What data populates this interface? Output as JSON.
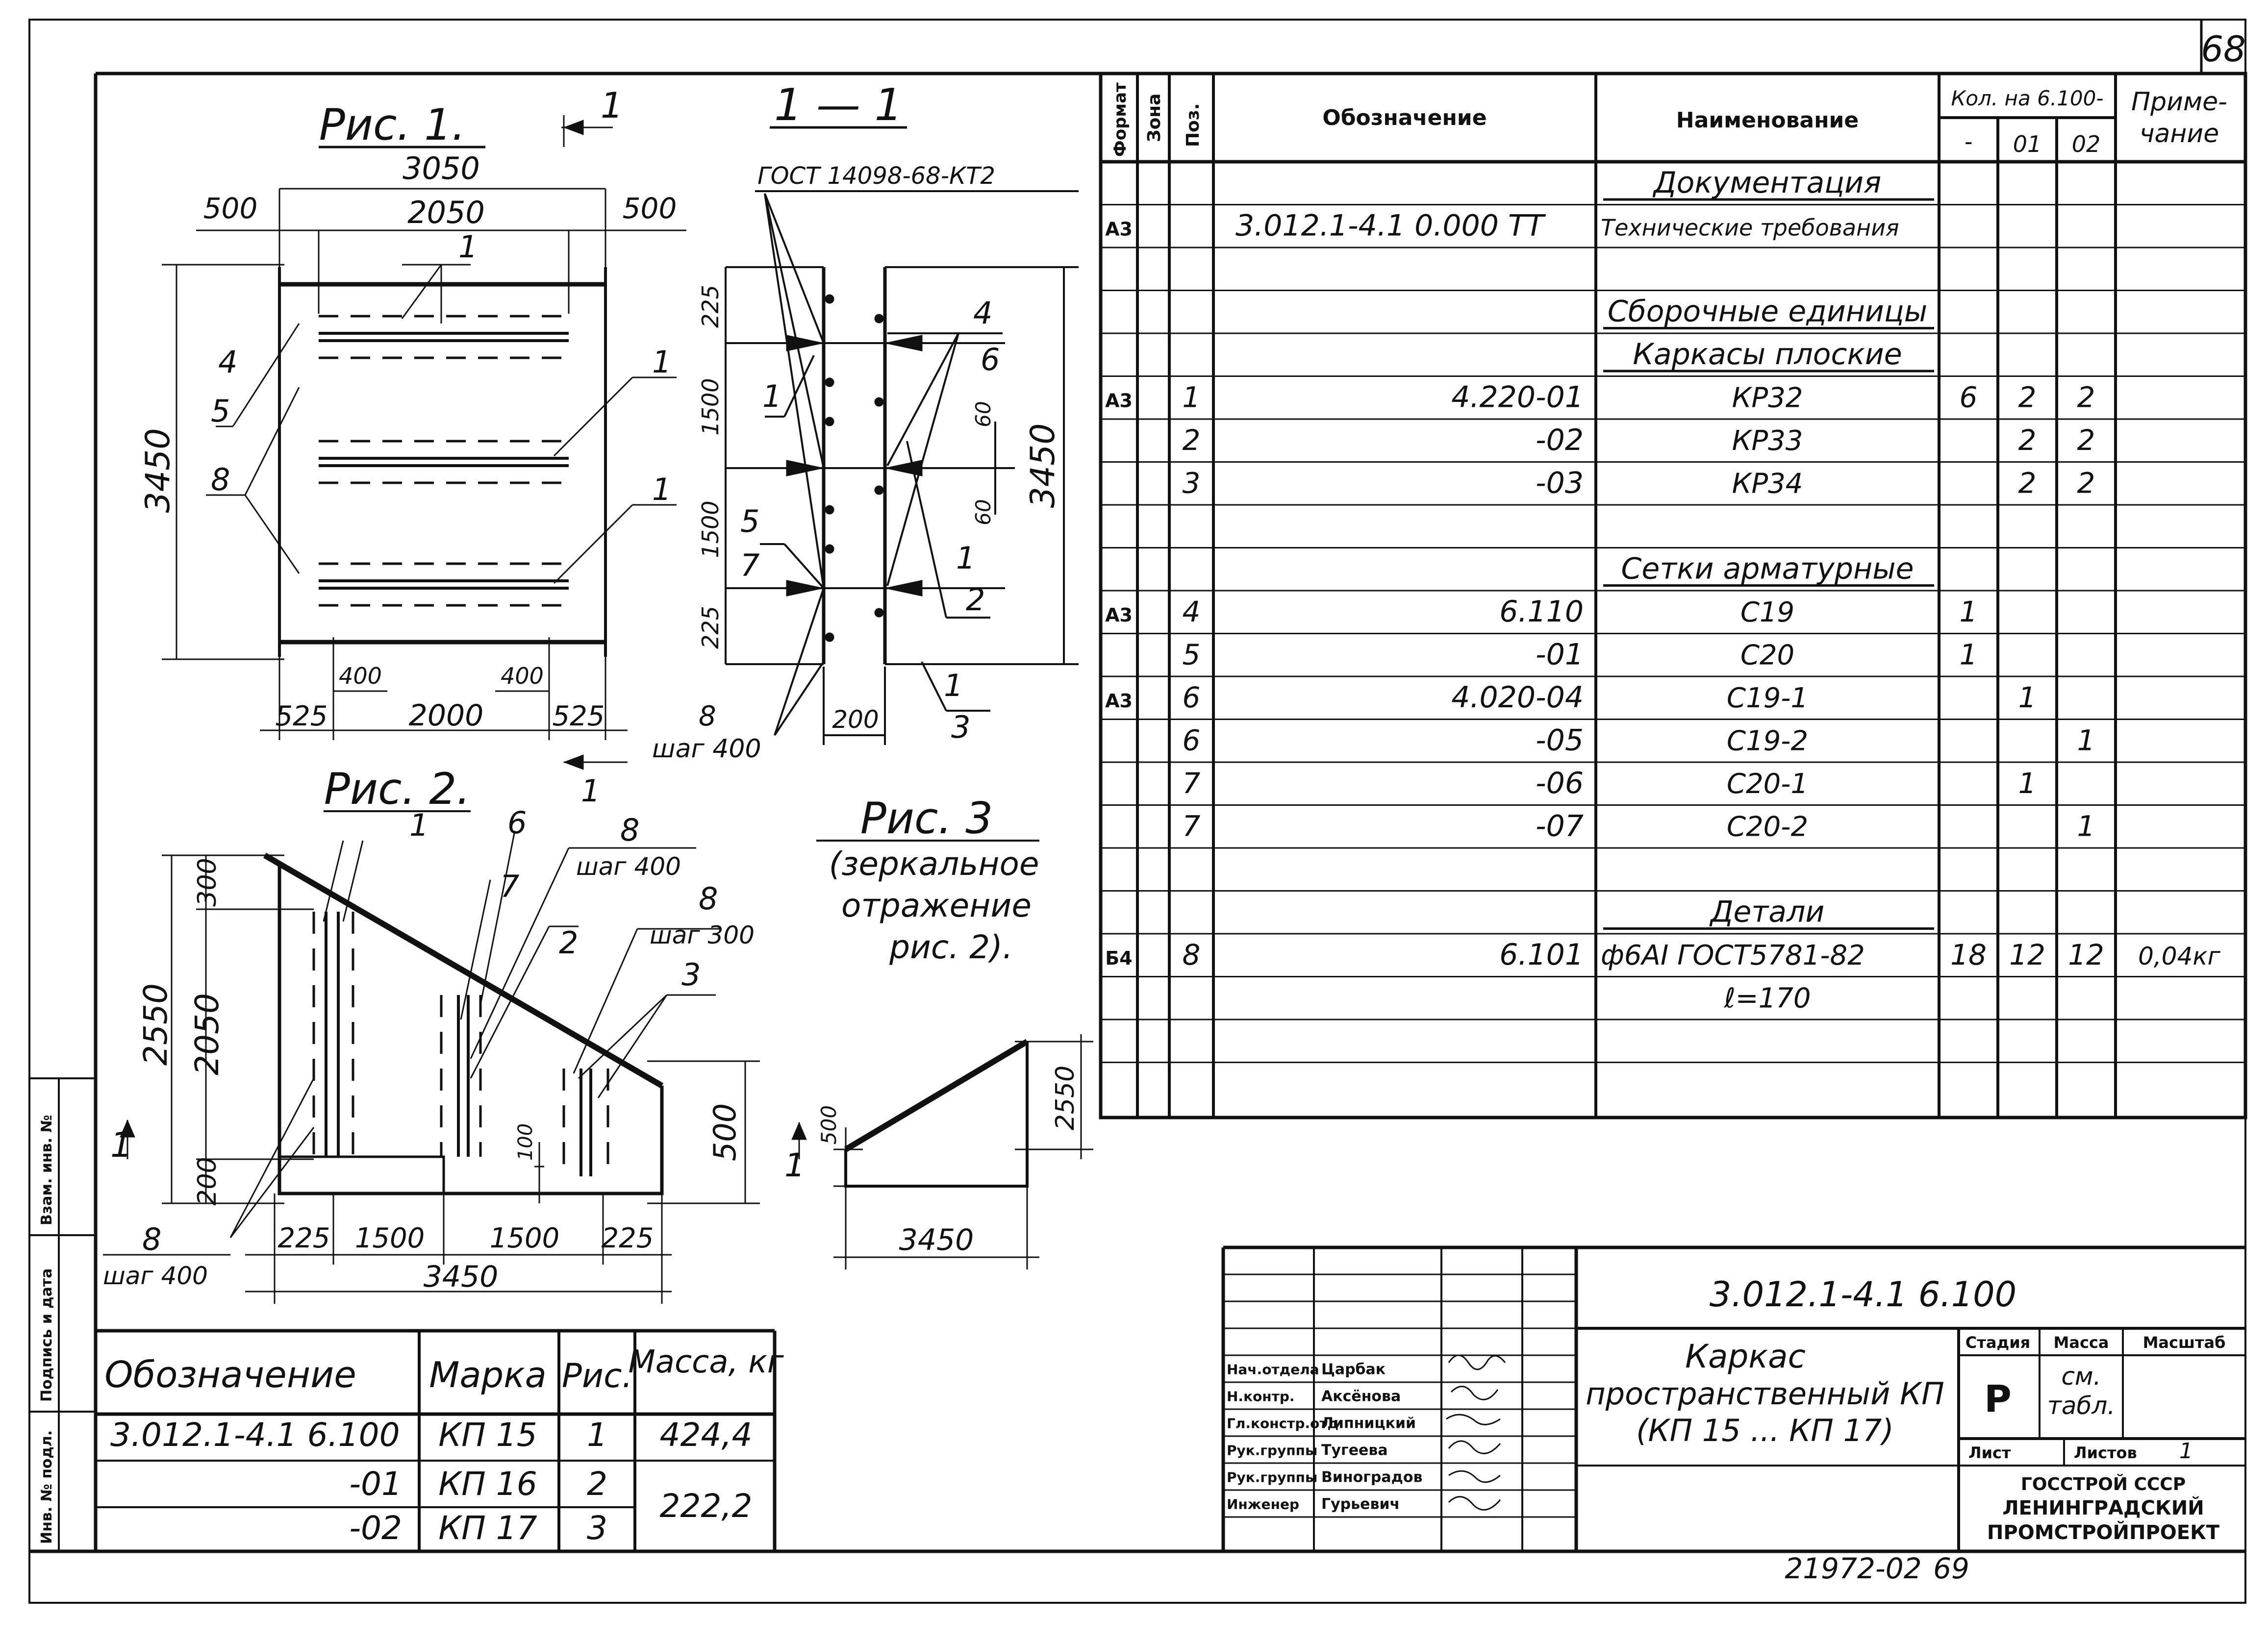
{
  "sheet_number": "68",
  "bottom_code": "21972-02",
  "bottom_page": "69",
  "fig1": {
    "title": "Рис. 1.",
    "section_mark": "1",
    "dim_total_width": "3050",
    "dim_inner_width": "2050",
    "dim_left": "500",
    "dim_right": "500",
    "dim_height": "3450",
    "dim_bottom_left": "525",
    "dim_bottom_mid": "2000",
    "dim_bottom_right": "525",
    "dim_step_left": "400",
    "dim_step_right": "400",
    "leaders": [
      "1",
      "4",
      "5",
      "8",
      "1",
      "1"
    ]
  },
  "section11": {
    "title": "1 — 1",
    "gost": "ГОСТ 14098-68-КТ2",
    "dims_left": [
      "225",
      "1500",
      "1500",
      "225"
    ],
    "dim_height": "3450",
    "dim_60a": "60",
    "dim_60b": "60",
    "dim_200": "200",
    "rebar": "8",
    "step": "шаг 400",
    "leaders": [
      "4",
      "6",
      "1",
      "5",
      "7",
      "1",
      "2",
      "1",
      "3"
    ]
  },
  "fig2": {
    "title": "Рис. 2.",
    "dims_left": [
      "300",
      "2050",
      "200"
    ],
    "dim_total_height": "2550",
    "dim_right": "500",
    "dim_100": "100",
    "dims_bottom": [
      "225",
      "1500",
      "1500",
      "225"
    ],
    "dim_total": "3450",
    "labels": [
      "1",
      "6",
      "7",
      "8",
      "шаг 400",
      "8",
      "шаг 300",
      "2",
      "3",
      "8",
      "шаг 400"
    ],
    "section_mark": "1"
  },
  "fig3": {
    "title": "Рис. 3",
    "note_line1": "(зеркальное",
    "note_line2": "отражение",
    "note_line3": "рис. 2).",
    "dim_500": "500",
    "dim_2550": "2550",
    "dim_3450": "3450",
    "section_mark": "1"
  },
  "spec": {
    "headers": {
      "format": "Формат",
      "zone": "Зона",
      "pos": "Поз.",
      "designation": "Обозначение",
      "name": "Наименование",
      "qty": "Кол. на 6.100-",
      "q0": "-",
      "q1": "01",
      "q2": "02",
      "note1": "Приме-",
      "note2": "чание"
    },
    "rows": [
      {
        "fmt": "",
        "pos": "",
        "des": "",
        "name": "Документация",
        "q0": "",
        "q1": "",
        "q2": "",
        "note": "",
        "section": true
      },
      {
        "fmt": "А3",
        "pos": "",
        "des": "3.012.1-4.1   0.000 ТТ",
        "name": "Технические требования",
        "q0": "",
        "q1": "",
        "q2": "",
        "note": ""
      },
      {
        "fmt": "",
        "pos": "",
        "des": "",
        "name": "",
        "q0": "",
        "q1": "",
        "q2": "",
        "note": ""
      },
      {
        "fmt": "",
        "pos": "",
        "des": "",
        "name": "Сборочные единицы",
        "q0": "",
        "q1": "",
        "q2": "",
        "note": "",
        "section": true
      },
      {
        "fmt": "",
        "pos": "",
        "des": "",
        "name": "Каркасы плоские",
        "q0": "",
        "q1": "",
        "q2": "",
        "note": "",
        "section": true
      },
      {
        "fmt": "А3",
        "pos": "1",
        "des": "4.220-01",
        "name": "КР32",
        "q0": "6",
        "q1": "2",
        "q2": "2",
        "note": ""
      },
      {
        "fmt": "",
        "pos": "2",
        "des": "-02",
        "name": "КР33",
        "q0": "",
        "q1": "2",
        "q2": "2",
        "note": ""
      },
      {
        "fmt": "",
        "pos": "3",
        "des": "-03",
        "name": "КР34",
        "q0": "",
        "q1": "2",
        "q2": "2",
        "note": ""
      },
      {
        "fmt": "",
        "pos": "",
        "des": "",
        "name": "",
        "q0": "",
        "q1": "",
        "q2": "",
        "note": ""
      },
      {
        "fmt": "",
        "pos": "",
        "des": "",
        "name": "Сетки арматурные",
        "q0": "",
        "q1": "",
        "q2": "",
        "note": "",
        "section": true
      },
      {
        "fmt": "А3",
        "pos": "4",
        "des": "6.110",
        "name": "С19",
        "q0": "1",
        "q1": "",
        "q2": "",
        "note": ""
      },
      {
        "fmt": "",
        "pos": "5",
        "des": "-01",
        "name": "С20",
        "q0": "1",
        "q1": "",
        "q2": "",
        "note": ""
      },
      {
        "fmt": "А3",
        "pos": "6",
        "des": "4.020-04",
        "name": "С19-1",
        "q0": "",
        "q1": "1",
        "q2": "",
        "note": ""
      },
      {
        "fmt": "",
        "pos": "6",
        "des": "-05",
        "name": "С19-2",
        "q0": "",
        "q1": "",
        "q2": "1",
        "note": ""
      },
      {
        "fmt": "",
        "pos": "7",
        "des": "-06",
        "name": "С20-1",
        "q0": "",
        "q1": "1",
        "q2": "",
        "note": ""
      },
      {
        "fmt": "",
        "pos": "7",
        "des": "-07",
        "name": "С20-2",
        "q0": "",
        "q1": "",
        "q2": "1",
        "note": ""
      },
      {
        "fmt": "",
        "pos": "",
        "des": "",
        "name": "",
        "q0": "",
        "q1": "",
        "q2": "",
        "note": ""
      },
      {
        "fmt": "",
        "pos": "",
        "des": "",
        "name": "Детали",
        "q0": "",
        "q1": "",
        "q2": "",
        "note": "",
        "section": true
      },
      {
        "fmt": "Б4",
        "pos": "8",
        "des": "6.101",
        "name": "ф6АI ГОСТ5781-82",
        "q0": "18",
        "q1": "12",
        "q2": "12",
        "note": "0,04кг"
      },
      {
        "fmt": "",
        "pos": "",
        "des": "",
        "name": "ℓ=170",
        "q0": "",
        "q1": "",
        "q2": "",
        "note": ""
      },
      {
        "fmt": "",
        "pos": "",
        "des": "",
        "name": "",
        "q0": "",
        "q1": "",
        "q2": "",
        "note": ""
      }
    ]
  },
  "marks": {
    "headers": {
      "des": "Обозначение",
      "mark": "Марка",
      "fig": "Рис.",
      "mass": "Масса, кг"
    },
    "rows": [
      {
        "des": "3.012.1-4.1   6.100",
        "mark": "КП 15",
        "fig": "1",
        "mass": "424,4"
      },
      {
        "des": "-01",
        "mark": "КП 16",
        "fig": "2",
        "mass": ""
      },
      {
        "des": "-02",
        "mark": "КП 17",
        "fig": "3",
        "mass": ""
      }
    ],
    "mass_shared": "222,2"
  },
  "stamp": {
    "code": "3.012.1-4.1   6.100",
    "title1": "Каркас",
    "title2": "пространственный КП",
    "title3": "(КП 15 ... КП 17)",
    "stage_label": "Стадия",
    "mass_label": "Масса",
    "scale_label": "Масштаб",
    "stage": "Р",
    "mass1": "см.",
    "mass2": "табл.",
    "sheet_label": "Лист",
    "sheets_label": "Листов",
    "sheets": "1",
    "org1": "ГОССТРОЙ СССР",
    "org2": "ЛЕНИНГРАДСКИЙ",
    "org3": "ПРОМСТРОЙПРОЕКТ",
    "people": [
      {
        "role": "Нач.отдела",
        "name": "Царбак"
      },
      {
        "role": "Н.контр.",
        "name": "Аксёнова"
      },
      {
        "role": "Гл.констр.отд",
        "name": "Липницкий"
      },
      {
        "role": "Рук.группы",
        "name": "Тугеева"
      },
      {
        "role": "Рук.группы",
        "name": "Виноградов"
      },
      {
        "role": "Инженер",
        "name": "Гурьевич"
      }
    ]
  },
  "sidebar": {
    "inv_podl": "Инв. № подл.",
    "sign_date": "Подпись и дата",
    "vzam": "Взам. инв. №"
  }
}
